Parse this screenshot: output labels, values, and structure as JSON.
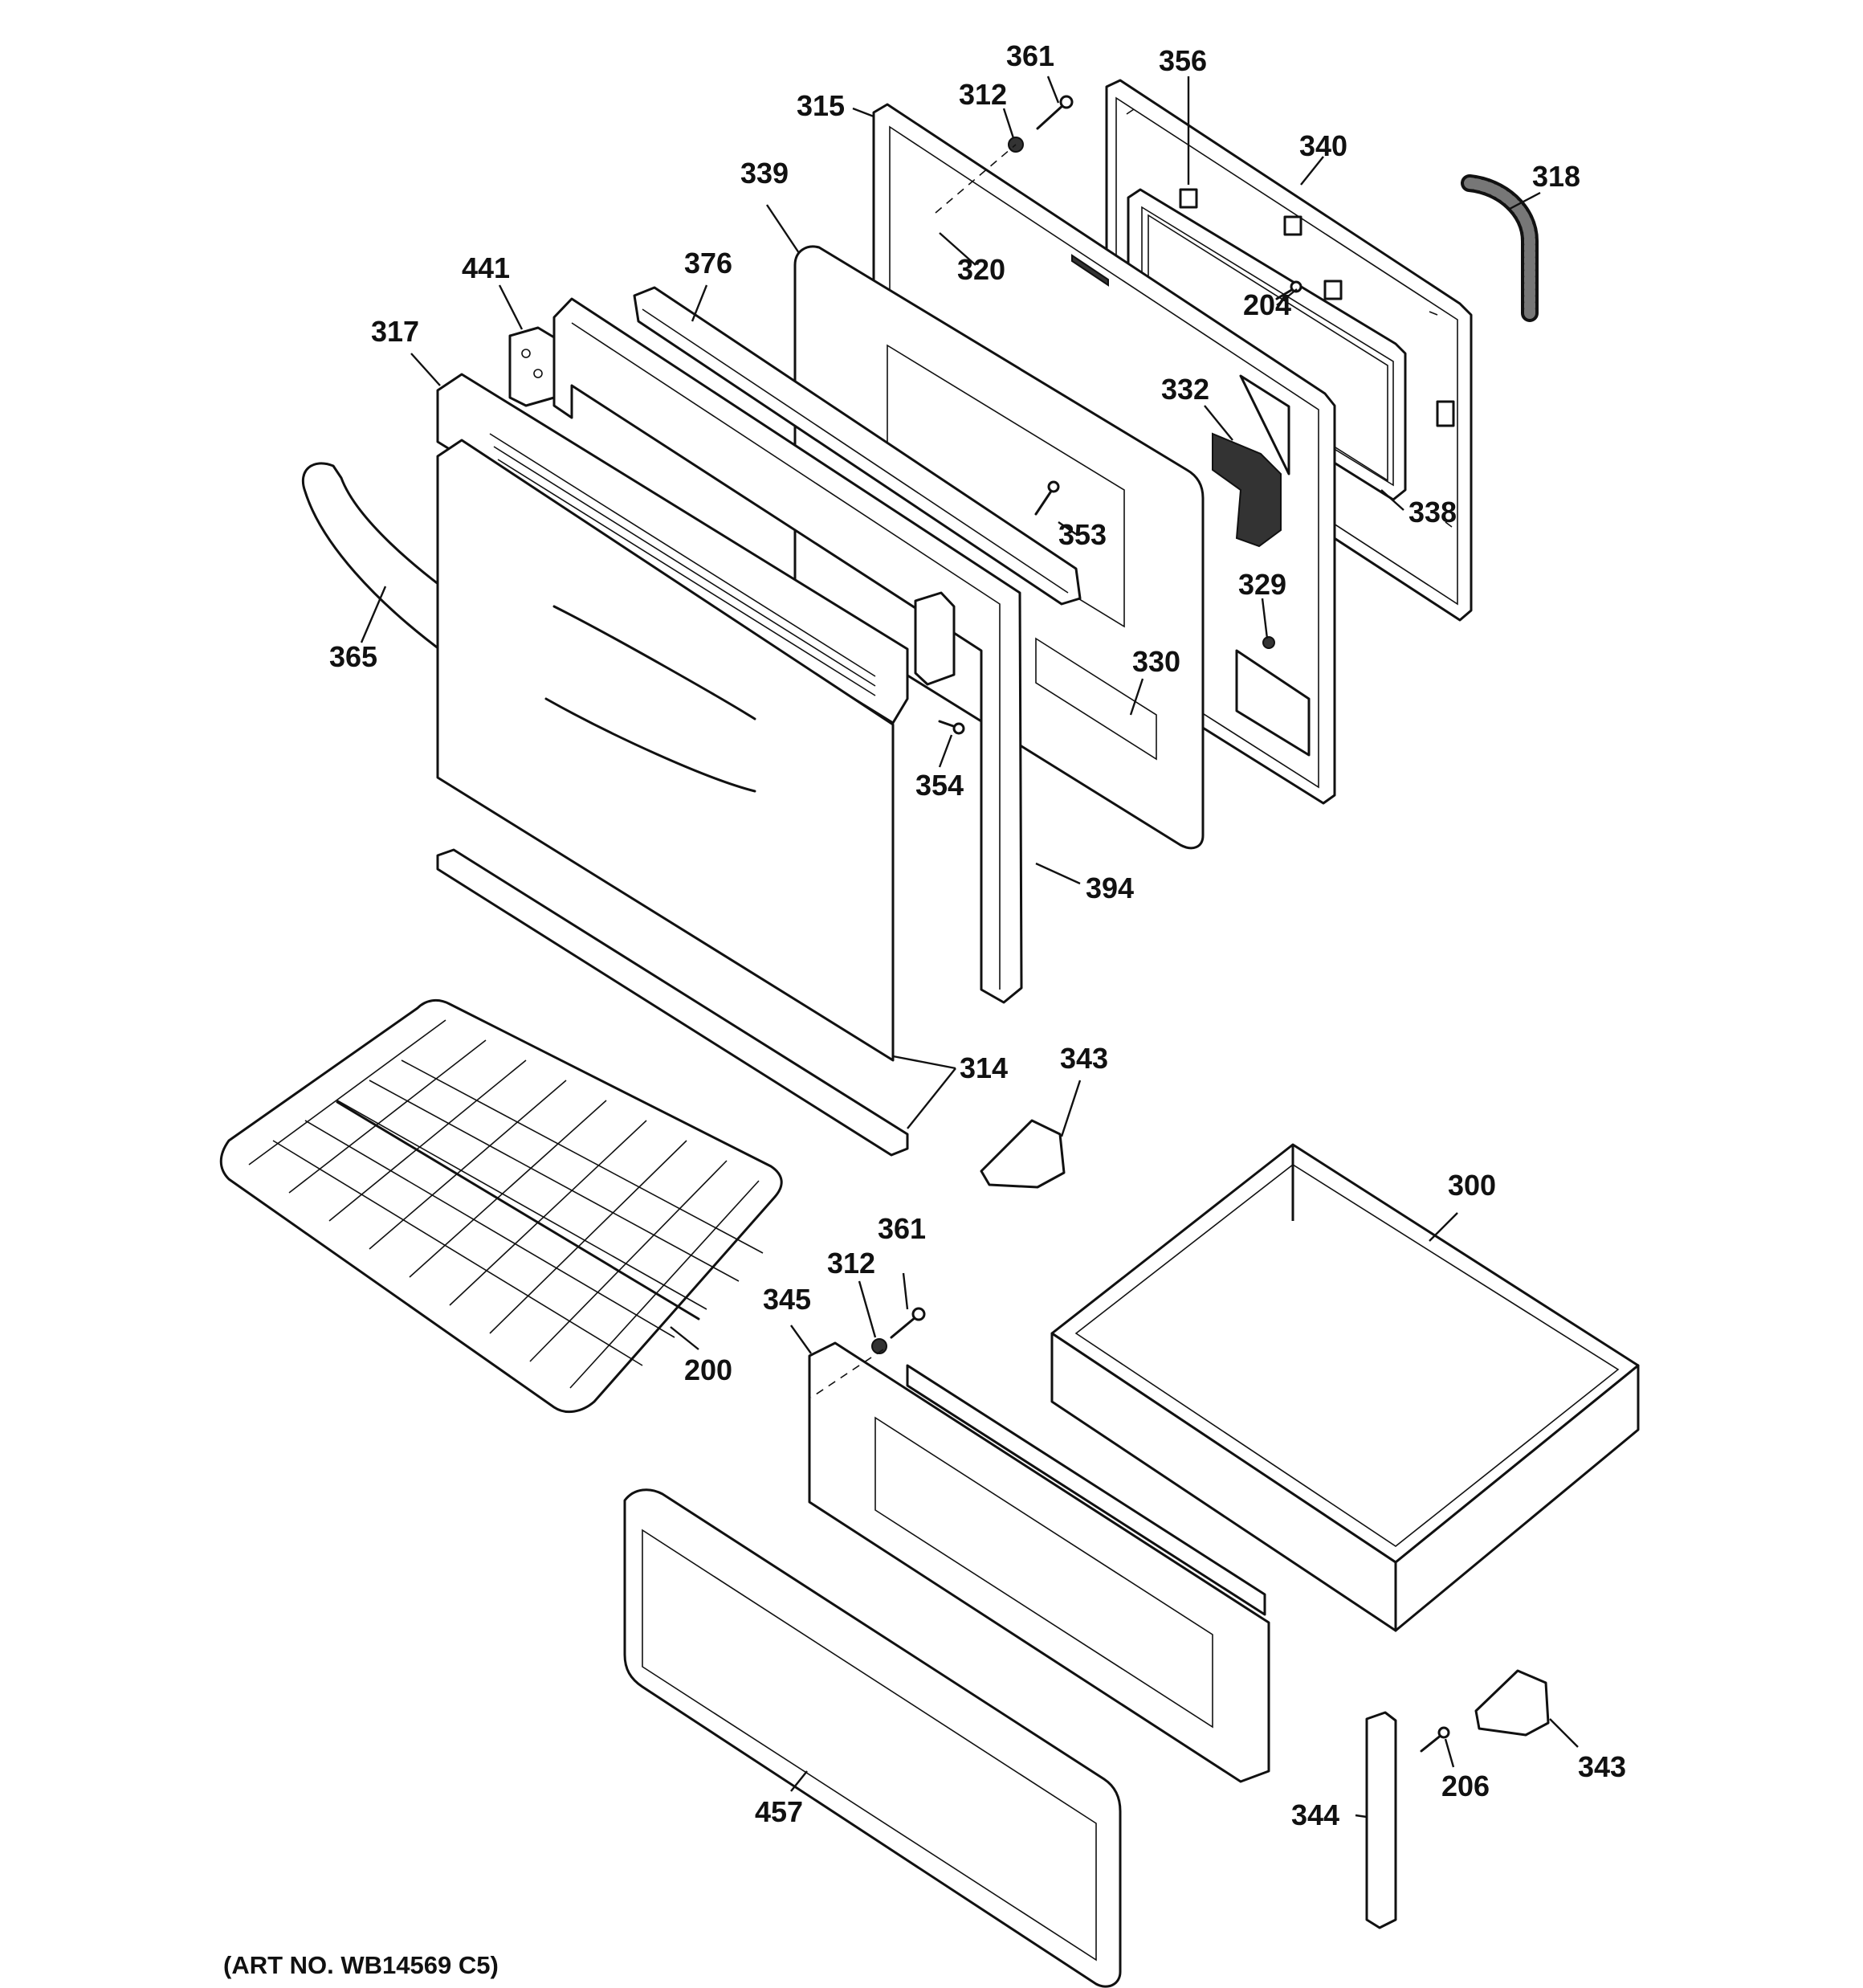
{
  "diagram": {
    "art_number": "(ART NO. WB14569 C5)",
    "callouts": [
      {
        "id": "c361a",
        "text": "361"
      },
      {
        "id": "c312a",
        "text": "312"
      },
      {
        "id": "c315",
        "text": "315"
      },
      {
        "id": "c356",
        "text": "356"
      },
      {
        "id": "c340",
        "text": "340"
      },
      {
        "id": "c318",
        "text": "318"
      },
      {
        "id": "c339",
        "text": "339"
      },
      {
        "id": "c320",
        "text": "320"
      },
      {
        "id": "c441",
        "text": "441"
      },
      {
        "id": "c376",
        "text": "376"
      },
      {
        "id": "c204",
        "text": "204"
      },
      {
        "id": "c317",
        "text": "317"
      },
      {
        "id": "c332",
        "text": "332"
      },
      {
        "id": "c338",
        "text": "338"
      },
      {
        "id": "c353",
        "text": "353"
      },
      {
        "id": "c365",
        "text": "365"
      },
      {
        "id": "c329",
        "text": "329"
      },
      {
        "id": "c330",
        "text": "330"
      },
      {
        "id": "c354",
        "text": "354"
      },
      {
        "id": "c394",
        "text": "394"
      },
      {
        "id": "c314",
        "text": "314"
      },
      {
        "id": "c343a",
        "text": "343"
      },
      {
        "id": "c300",
        "text": "300"
      },
      {
        "id": "c361b",
        "text": "361"
      },
      {
        "id": "c312b",
        "text": "312"
      },
      {
        "id": "c345",
        "text": "345"
      },
      {
        "id": "c200",
        "text": "200"
      },
      {
        "id": "c343b",
        "text": "343"
      },
      {
        "id": "c206",
        "text": "206"
      },
      {
        "id": "c344",
        "text": "344"
      },
      {
        "id": "c457",
        "text": "457"
      }
    ]
  }
}
